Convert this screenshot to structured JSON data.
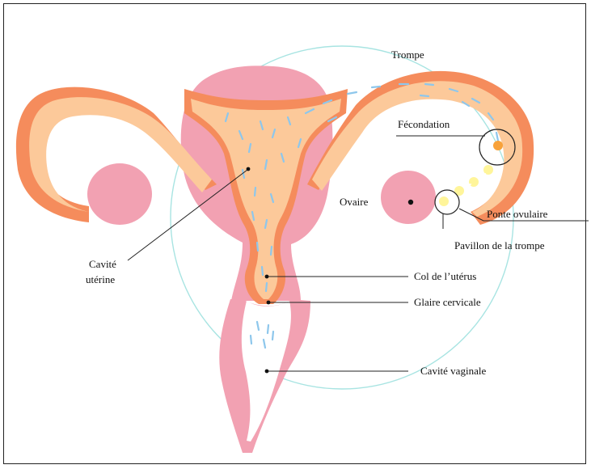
{
  "labels": {
    "trompe": "Trompe",
    "fecondation": "Fécondation",
    "ovaire": "Ovaire",
    "ponte_ovulaire": "Ponte ovulaire",
    "pavillon": "Pavillon de la trompe",
    "cavite_uterine_1": "Cavité",
    "cavite_uterine_2": "utérine",
    "col": "Col de l’utérus",
    "glaire": "Glaire cervicale",
    "cavite_vaginale": "Cavité vaginale"
  },
  "colors": {
    "uterus_pink": "#f2a1b2",
    "tube_fill": "#fcc99a",
    "tube_border": "#f58c5c",
    "sperm": "#8ec7ec",
    "circle": "#a8e4e2",
    "egg": "#fff59a",
    "egg_fertilized": "#f8a23a"
  }
}
